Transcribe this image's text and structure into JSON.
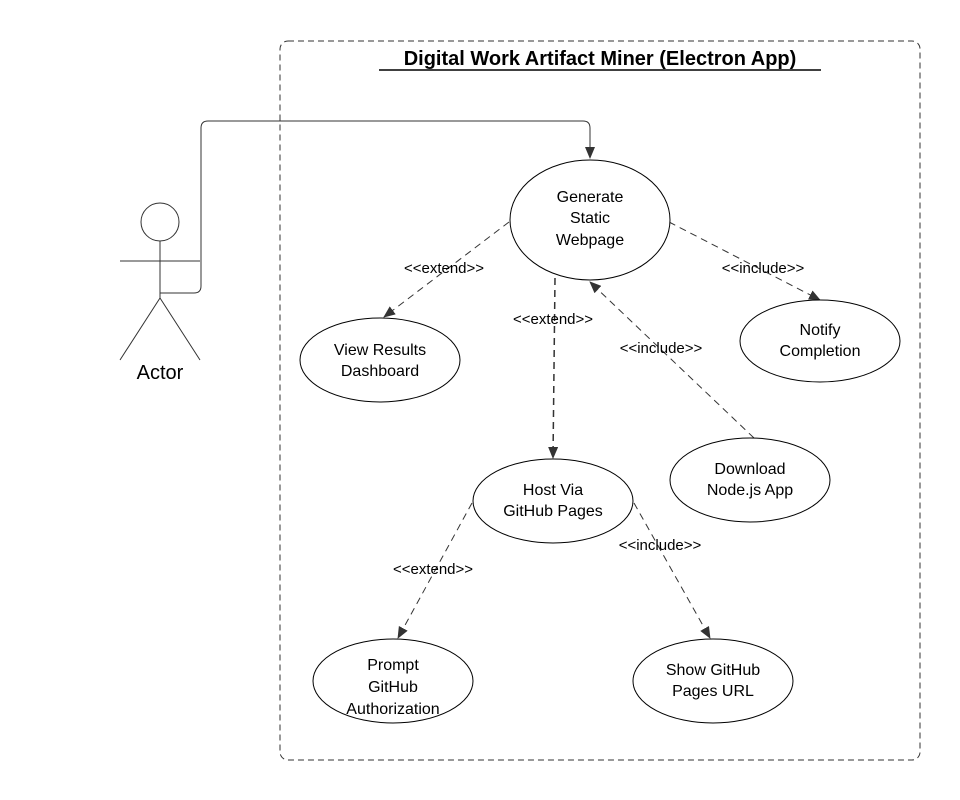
{
  "title": "Digital Work Artifact Miner (Electron App)",
  "actor": {
    "label": "Actor"
  },
  "use_cases": [
    {
      "id": "generate",
      "lines": [
        "Generate",
        "Static",
        "Webpage"
      ]
    },
    {
      "id": "view",
      "lines": [
        "View Results",
        "Dashboard"
      ]
    },
    {
      "id": "notify",
      "lines": [
        "Notify",
        "Completion"
      ]
    },
    {
      "id": "host",
      "lines": [
        "Host Via",
        "GitHub Pages"
      ]
    },
    {
      "id": "download",
      "lines": [
        "Download",
        "Node.js App"
      ]
    },
    {
      "id": "prompt",
      "lines": [
        "Prompt",
        "GitHub",
        "Authorization"
      ]
    },
    {
      "id": "showurl",
      "lines": [
        "Show GitHub",
        "Pages URL"
      ]
    }
  ],
  "relations": [
    {
      "id": "gen-view",
      "label": "<<extend>>"
    },
    {
      "id": "gen-host",
      "label": "<<extend>>"
    },
    {
      "id": "download-gen",
      "label": "<<include>>"
    },
    {
      "id": "gen-notify",
      "label": "<<include>>"
    },
    {
      "id": "host-prompt",
      "label": "<<extend>>"
    },
    {
      "id": "host-showurl",
      "label": "<<include>>"
    }
  ],
  "colors": {
    "stroke": "#333333",
    "text": "#000000",
    "background": "#ffffff"
  }
}
